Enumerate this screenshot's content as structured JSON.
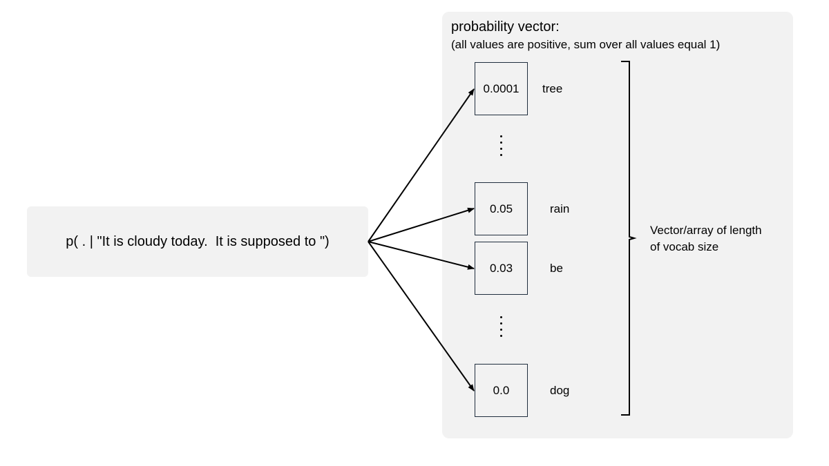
{
  "prompt": {
    "text": "p( . | \"It is cloudy today.  It is supposed to \")"
  },
  "vector": {
    "title": "probability vector:",
    "subtitle": "(all values are positive, sum over all values equal 1)",
    "entries": [
      {
        "value": "0.0001",
        "word": "tree"
      },
      {
        "value": "0.05",
        "word": "rain"
      },
      {
        "value": "0.03",
        "word": "be"
      },
      {
        "value": "0.0",
        "word": "dog"
      }
    ],
    "brace_label_line1": "Vector/array of length",
    "brace_label_line2": "of vocab size"
  }
}
